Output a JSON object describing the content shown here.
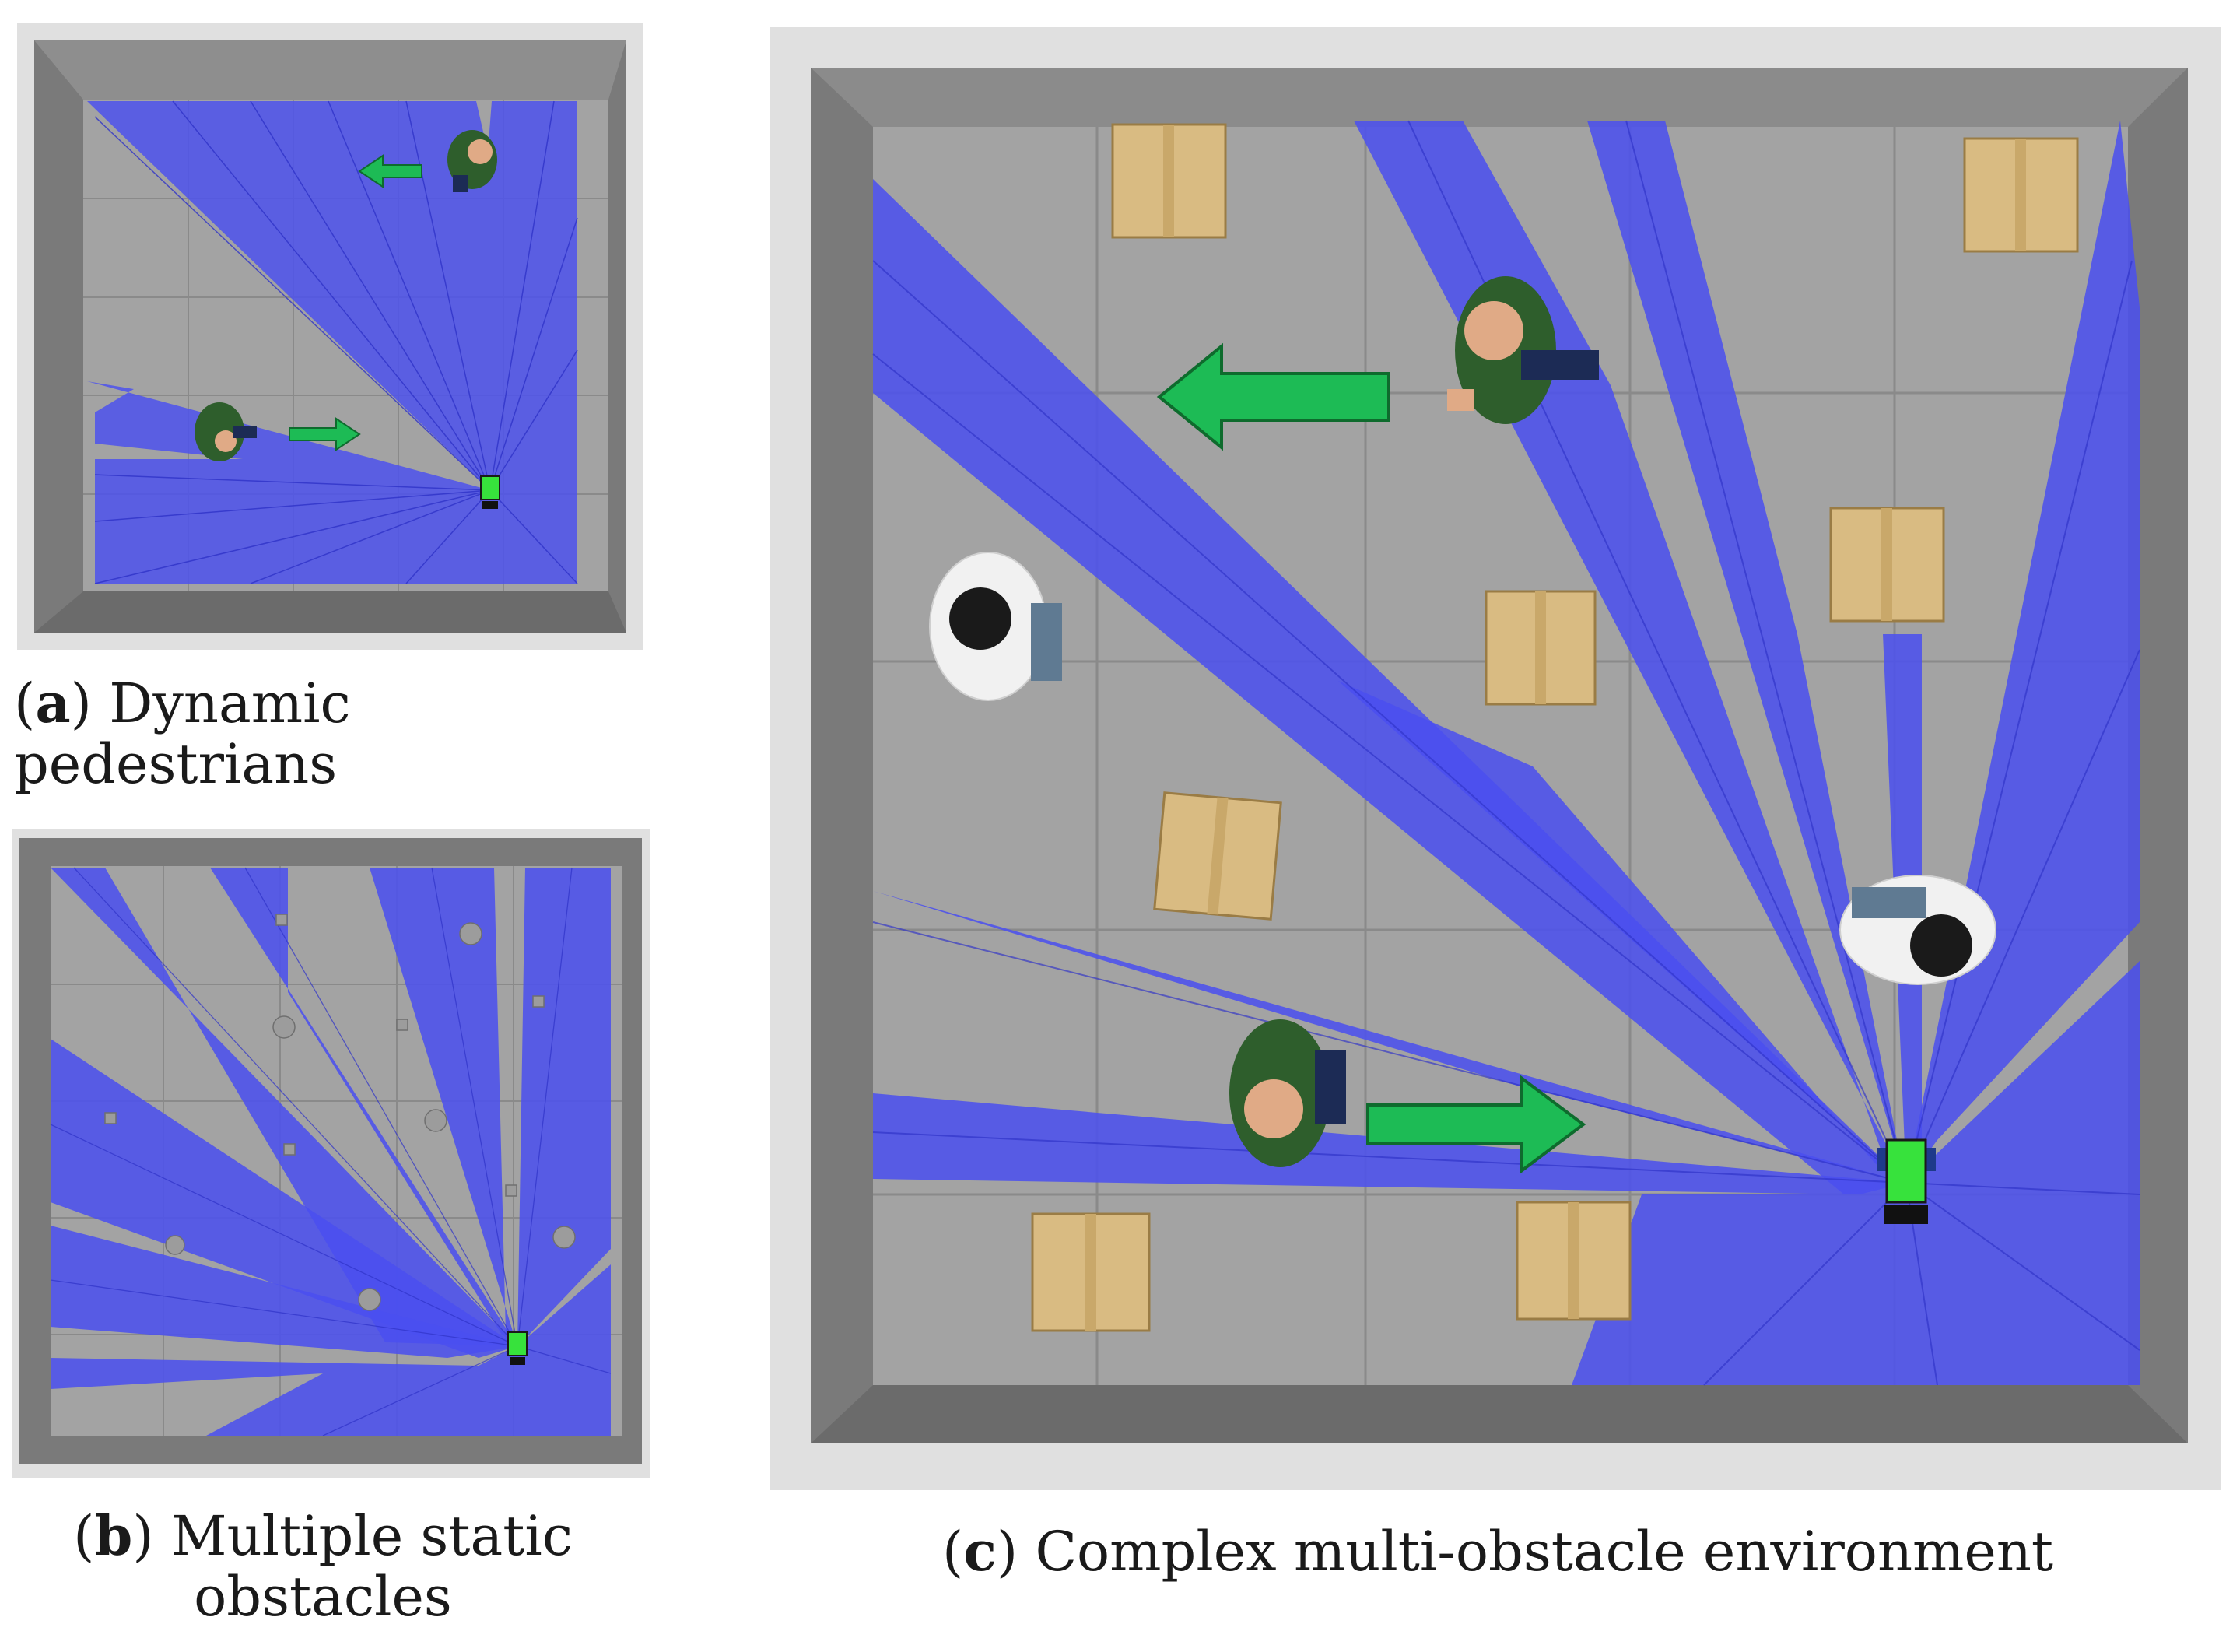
{
  "panels": [
    {
      "letter": "a",
      "title": "Dynamic pedestrians"
    },
    {
      "letter": "b",
      "title_line1": "Multiple static",
      "title_line2": "obstacles"
    },
    {
      "letter": "c",
      "title": "Complex multi-obstacle environment"
    }
  ],
  "colors": {
    "floor": "#a3a3a3",
    "wall": "#7a7a7a",
    "frame": "#e0e0e0",
    "laser": "#4a4ff0",
    "arrow": "#1dbb55",
    "box": "#d9bb82",
    "robot": "#37e23c"
  },
  "icons": [
    "pedestrian-icon",
    "box-obstacle-icon",
    "robot-icon",
    "direction-arrow-icon",
    "cylinder-obstacle-icon"
  ]
}
